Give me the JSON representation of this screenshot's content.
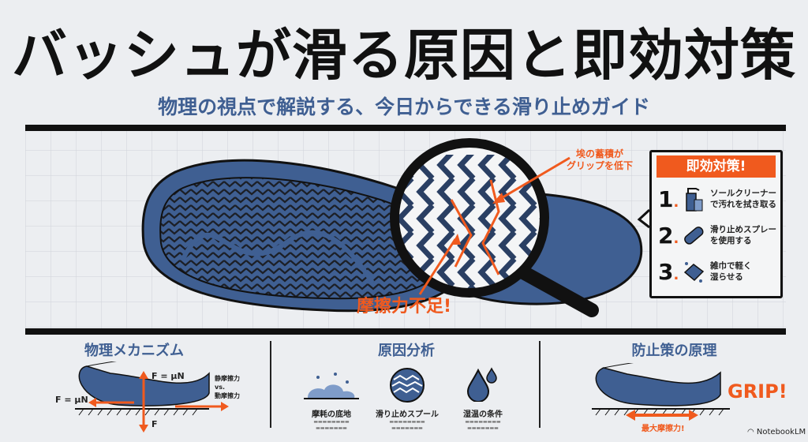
{
  "title": "バッシュが滑る原因と即効対策",
  "subtitle": "物理の視点で解説する、今日からできる滑り止めガイド",
  "colors": {
    "accent": "#f05a1e",
    "blue": "#3f5f92",
    "text": "#111111"
  },
  "main": {
    "dust_annotation_line1": "埃の蓄積が",
    "dust_annotation_line2": "グリップを低下",
    "friction_annotation": "摩擦力不足!"
  },
  "callout": {
    "title": "即効対策!",
    "steps": [
      {
        "num": "1",
        "icon": "spray-bottle-icon",
        "line1": "ソールクリーナー",
        "line2": "で汚れを拭き取る"
      },
      {
        "num": "2",
        "icon": "bandage-icon",
        "line1": "滑り止めスプレー",
        "line2": "を使用する"
      },
      {
        "num": "3",
        "icon": "wet-cloth-icon",
        "line1": "雑巾で軽く",
        "line2": "湿らせる"
      }
    ]
  },
  "physics": {
    "title": "物理メカニズム",
    "f_up": "F = μN",
    "f_left": "F = μN",
    "f_down": "F",
    "compare1": "静摩擦力",
    "compare2": "vs.",
    "compare3": "動摩擦力"
  },
  "causes": {
    "title": "原因分析",
    "items": [
      {
        "icon": "dust-icon",
        "label": "摩耗の底地"
      },
      {
        "icon": "worn-pattern-icon",
        "label": "滑り止めスプール"
      },
      {
        "icon": "water-drop-icon",
        "label": "湿温の条件"
      }
    ]
  },
  "prevention": {
    "title": "防止策の原理",
    "grip": "GRIP!",
    "max_friction": "最大摩擦力!"
  },
  "watermark": "NotebookLM"
}
